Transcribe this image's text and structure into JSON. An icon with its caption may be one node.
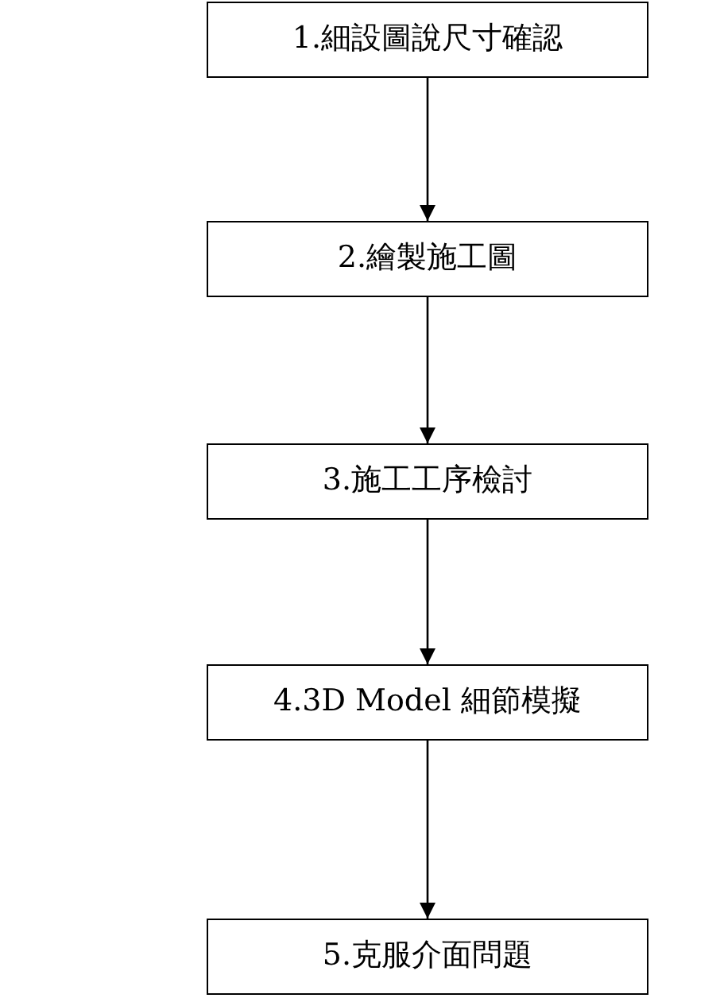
{
  "diagram": {
    "nodes": [
      {
        "text": [
          "1.細設圖說尺寸確認"
        ]
      },
      {
        "text": [
          "2.繪製施工圖"
        ]
      },
      {
        "text": [
          "3.施工工序檢討"
        ]
      },
      {
        "text": [
          "4.3D Model 細節模擬"
        ]
      },
      {
        "text": [
          "5.克服介面問題"
        ]
      }
    ],
    "edges": [
      {
        "from": 0,
        "to": 1,
        "arrow": "to"
      },
      {
        "from": 1,
        "to": 2,
        "arrow": "to"
      },
      {
        "from": 2,
        "to": 3,
        "arrow": "to"
      },
      {
        "from": 3,
        "to": 4,
        "arrow": "to"
      }
    ]
  }
}
